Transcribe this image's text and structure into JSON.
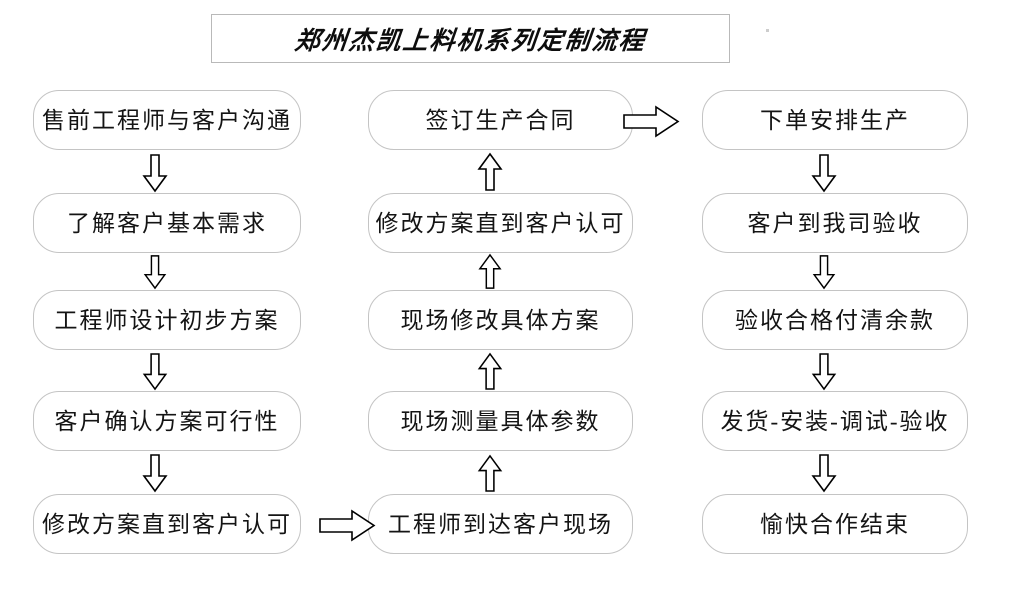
{
  "title": {
    "text": "郑州杰凯上料机系列定制流程"
  },
  "columns": [
    {
      "id": "column-1",
      "nodes": [
        {
          "id": "node-presales-communication",
          "label": "售前工程师与客户沟通"
        },
        {
          "id": "node-understand-needs",
          "label": "了解客户基本需求"
        },
        {
          "id": "node-engineer-draft-plan",
          "label": "工程师设计初步方案"
        },
        {
          "id": "node-customer-confirm",
          "label": "客户确认方案可行性"
        },
        {
          "id": "node-revise-until-approved",
          "label": "修改方案直到客户认可"
        }
      ]
    },
    {
      "id": "column-2",
      "nodes": [
        {
          "id": "node-sign-contract",
          "label": "签订生产合同"
        },
        {
          "id": "node-revise-onsite-approved",
          "label": "修改方案直到客户认可"
        },
        {
          "id": "node-onsite-revise-plan",
          "label": "现场修改具体方案"
        },
        {
          "id": "node-onsite-measure",
          "label": "现场测量具体参数"
        },
        {
          "id": "node-engineer-arrive",
          "label": "工程师到达客户现场"
        }
      ]
    },
    {
      "id": "column-3",
      "nodes": [
        {
          "id": "node-order-production",
          "label": "下单安排生产"
        },
        {
          "id": "node-customer-inspection",
          "label": "客户到我司验收"
        },
        {
          "id": "node-pay-balance",
          "label": "验收合格付清余款"
        },
        {
          "id": "node-ship-install-debug",
          "label": "发货-安装-调试-验收"
        },
        {
          "id": "node-cooperation-end",
          "label": "愉快合作结束"
        }
      ]
    }
  ],
  "connectors": [
    {
      "id": "arrow-col1-1-2",
      "direction": "down"
    },
    {
      "id": "arrow-col1-2-3",
      "direction": "down"
    },
    {
      "id": "arrow-col1-3-4",
      "direction": "down"
    },
    {
      "id": "arrow-col1-4-5",
      "direction": "down"
    },
    {
      "id": "arrow-col1-to-col2",
      "direction": "right"
    },
    {
      "id": "arrow-col2-5-4",
      "direction": "up"
    },
    {
      "id": "arrow-col2-4-3",
      "direction": "up"
    },
    {
      "id": "arrow-col2-3-2",
      "direction": "up"
    },
    {
      "id": "arrow-col2-2-1",
      "direction": "up"
    },
    {
      "id": "arrow-col2-to-col3",
      "direction": "right"
    },
    {
      "id": "arrow-col3-1-2",
      "direction": "down"
    },
    {
      "id": "arrow-col3-2-3",
      "direction": "down"
    },
    {
      "id": "arrow-col3-3-4",
      "direction": "down"
    },
    {
      "id": "arrow-col3-4-5",
      "direction": "down"
    }
  ],
  "colors": {
    "background": "#ffffff",
    "node_border": "#c4c4c4",
    "title_border": "#b9b9b9",
    "text": "#141414",
    "arrow_stroke": "#000000",
    "arrow_fill": "#ffffff"
  }
}
